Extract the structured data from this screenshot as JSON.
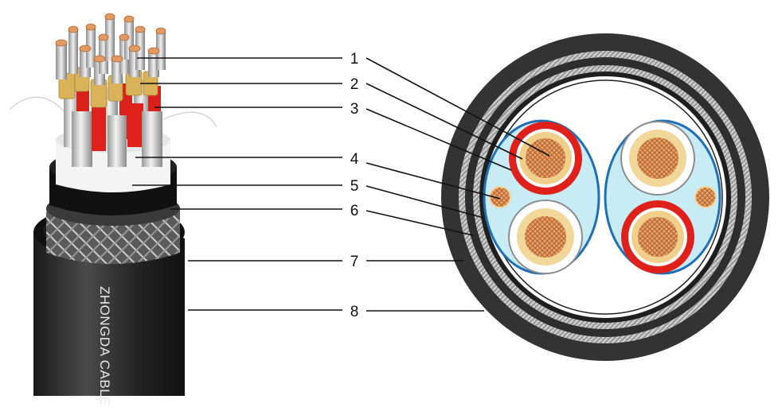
{
  "brand_text": "ZHONGDA CABLE",
  "callouts": [
    {
      "label": "1"
    },
    {
      "label": "2"
    },
    {
      "label": "3"
    },
    {
      "label": "4"
    },
    {
      "label": "5"
    },
    {
      "label": "6"
    },
    {
      "label": "7"
    },
    {
      "label": "8"
    }
  ],
  "colors": {
    "copper": "#d9814a",
    "insulation_red": "#e0201a",
    "tape_gold": "#d9b25a",
    "screen_blue": "#1f6fb8",
    "filler_light_blue": "#c8ecf5",
    "armour_gray": "#8c8c8c",
    "sheath_black": "#2e2e2e"
  }
}
